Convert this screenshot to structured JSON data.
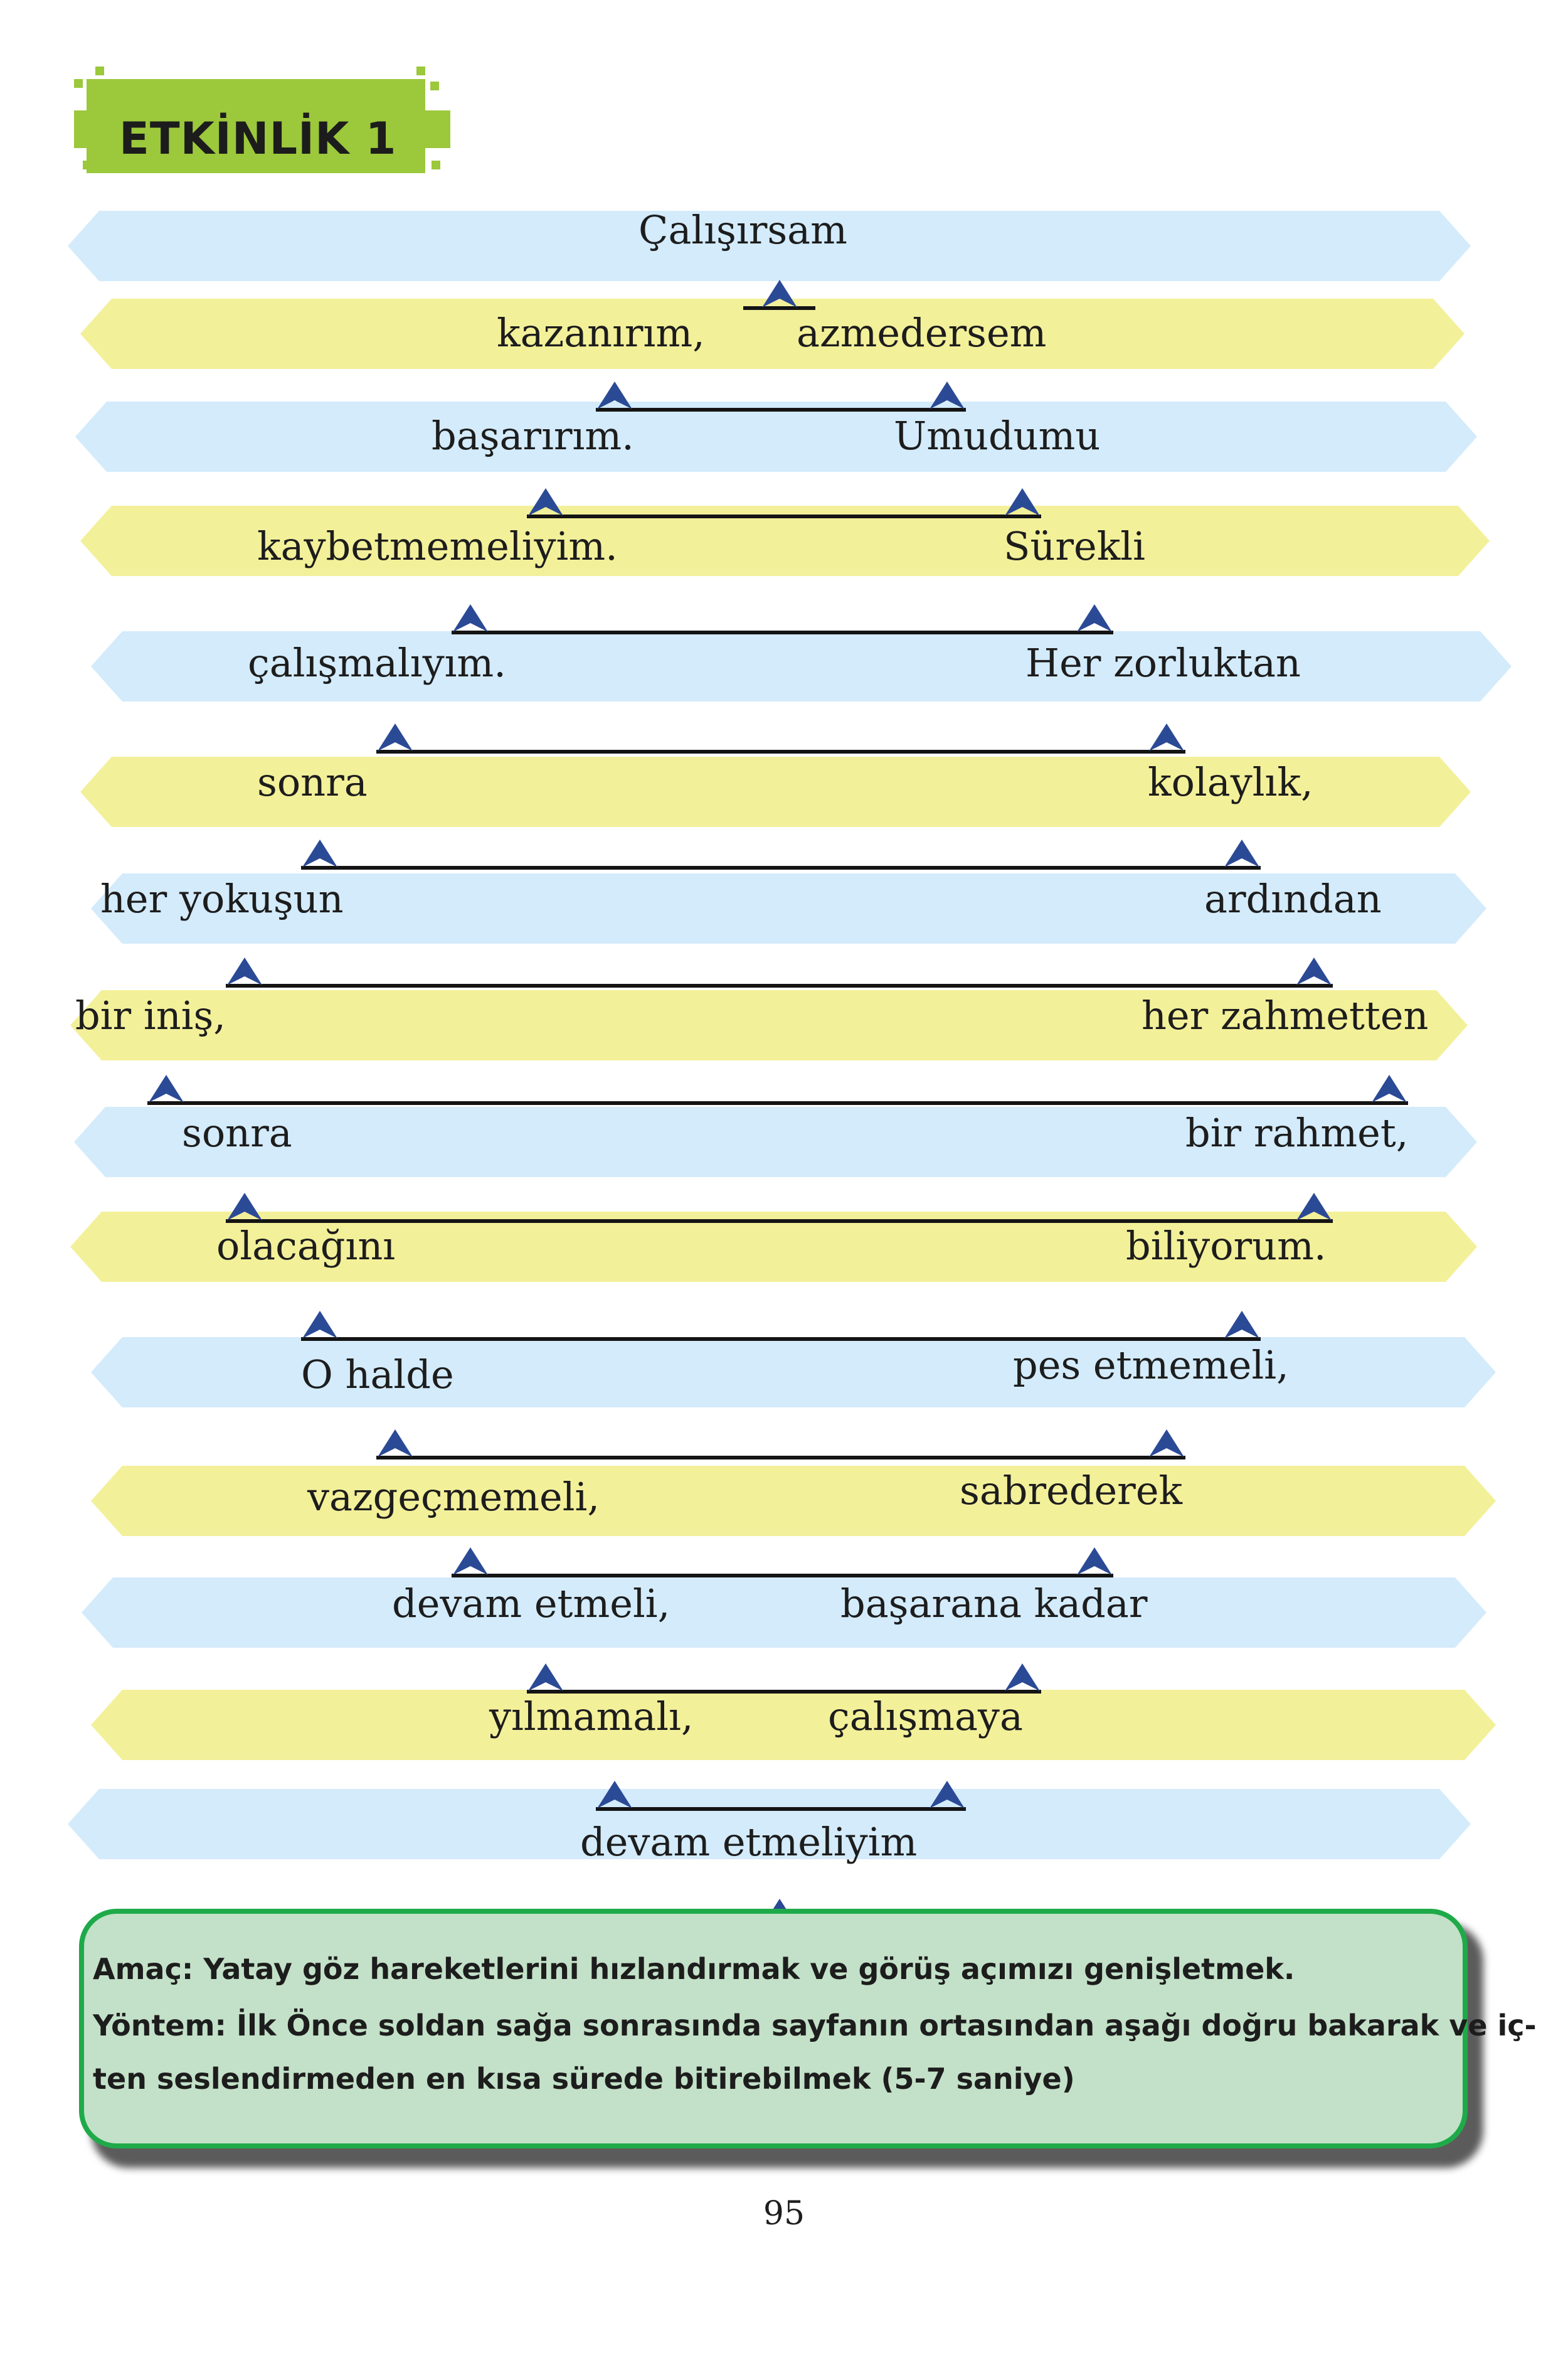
{
  "activity": {
    "title": "ETKİNLİK 1"
  },
  "colors": {
    "blue_band": "#d3ebfb",
    "yellow_band": "#f3f09a",
    "triangle": "#2b4a96",
    "badge": "#9cc83b",
    "info_bg": "#c3e1c8",
    "info_border": "#1faa4a"
  },
  "rows": [
    {
      "color": "blue",
      "words": [
        "Çalışırsam"
      ]
    },
    {
      "color": "yellow",
      "words": [
        "kazanırım,",
        "azmedersem"
      ]
    },
    {
      "color": "blue",
      "words": [
        "başarırım.",
        "Umudumu"
      ]
    },
    {
      "color": "yellow",
      "words": [
        "kaybetmemeliyim.",
        "Sürekli"
      ]
    },
    {
      "color": "blue",
      "words": [
        "çalışmalıyım.",
        "Her zorluktan"
      ]
    },
    {
      "color": "yellow",
      "words": [
        "sonra",
        "kolaylık,"
      ]
    },
    {
      "color": "blue",
      "words": [
        "her yokuşun",
        "ardından"
      ]
    },
    {
      "color": "yellow",
      "words": [
        "bir iniş,",
        "her zahmetten"
      ]
    },
    {
      "color": "blue",
      "words": [
        "sonra",
        "bir rahmet,"
      ]
    },
    {
      "color": "yellow",
      "words": [
        "olacağını",
        "biliyorum."
      ]
    },
    {
      "color": "blue",
      "words": [
        "O halde",
        "pes etmemeli,"
      ]
    },
    {
      "color": "yellow",
      "words": [
        "vazgeçmemeli,",
        "sabrederek"
      ]
    },
    {
      "color": "blue",
      "words": [
        "devam etmeli,",
        "başarana kadar"
      ]
    },
    {
      "color": "yellow",
      "words": [
        "yılmamalı,",
        "çalışmaya"
      ]
    },
    {
      "color": "blue",
      "words": [
        "devam etmeliyim"
      ]
    }
  ],
  "info": {
    "line1": "Amaç: Yatay göz hareketlerini  hızlandırmak ve görüş açımızı genişletmek.",
    "line2": "Yöntem: İlk Önce soldan sağa sonrasında sayfanın ortasından aşağı doğru bakarak ve iç-",
    "line3": "ten seslendirmeden en kısa sürede  bitirebilmek (5-7 saniye)"
  },
  "page_number": "95"
}
